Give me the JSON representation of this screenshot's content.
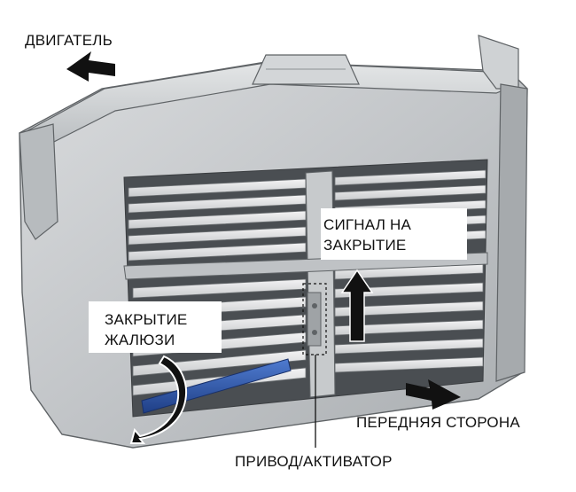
{
  "labels": {
    "engine": "ДВИГАТЕЛЬ",
    "signal_close_line1": "СИГНАЛ НА",
    "signal_close_line2": "ЗАКРЫТИЕ",
    "shutter_close_line1": "ЗАКРЫТИЕ",
    "shutter_close_line2": "ЖАЛЮЗИ",
    "front_side": "ПЕРЕДНЯЯ СТОРОНА",
    "actuator": "ПРИВОД/АКТИВАТОР"
  },
  "colors": {
    "frame": "#c9ccce",
    "frame_dark": "#8e9295",
    "frame_shadow": "#5f6366",
    "louver": "#e6e7e8",
    "louver_gap": "#3a3d40",
    "blue_louver": "#2f57a8",
    "arrow": "#111111"
  }
}
